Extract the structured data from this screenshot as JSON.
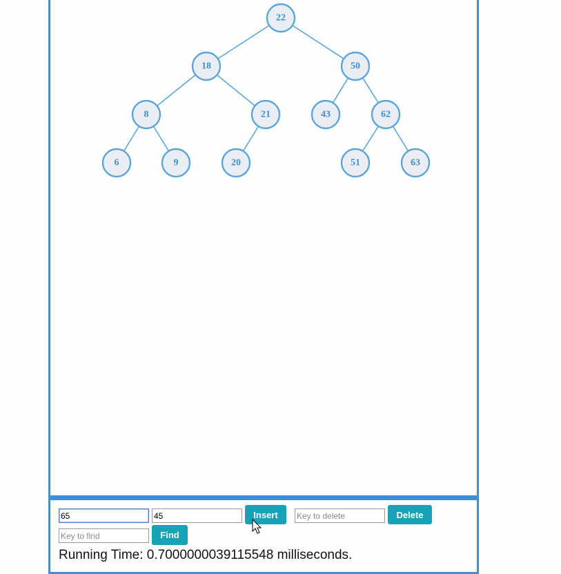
{
  "tree": {
    "nodes": [
      {
        "id": "n22",
        "key": "22"
      },
      {
        "id": "n18",
        "key": "18"
      },
      {
        "id": "n50",
        "key": "50"
      },
      {
        "id": "n8",
        "key": "8"
      },
      {
        "id": "n21",
        "key": "21"
      },
      {
        "id": "n43",
        "key": "43"
      },
      {
        "id": "n62",
        "key": "62"
      },
      {
        "id": "n6",
        "key": "6"
      },
      {
        "id": "n9",
        "key": "9"
      },
      {
        "id": "n20",
        "key": "20"
      },
      {
        "id": "n51",
        "key": "51"
      },
      {
        "id": "n63",
        "key": "63"
      }
    ],
    "edges": [
      [
        "n22",
        "n18"
      ],
      [
        "n22",
        "n50"
      ],
      [
        "n18",
        "n8"
      ],
      [
        "n18",
        "n21"
      ],
      [
        "n50",
        "n43"
      ],
      [
        "n50",
        "n62"
      ],
      [
        "n8",
        "n6"
      ],
      [
        "n8",
        "n9"
      ],
      [
        "n21",
        "n20"
      ],
      [
        "n62",
        "n51"
      ],
      [
        "n62",
        "n63"
      ]
    ]
  },
  "controls": {
    "insert_key_value": "65",
    "insert_value_value": "45",
    "insert_label": "Insert",
    "delete_placeholder": "Key to delete",
    "delete_label": "Delete",
    "find_placeholder": "Key to find",
    "find_label": "Find"
  },
  "status": {
    "running_time": "Running Time: 0.7000000039115548 milliseconds."
  },
  "colors": {
    "accent": "#3d8fd6",
    "button": "#17a2b8",
    "node_fill": "#eaeef2"
  }
}
